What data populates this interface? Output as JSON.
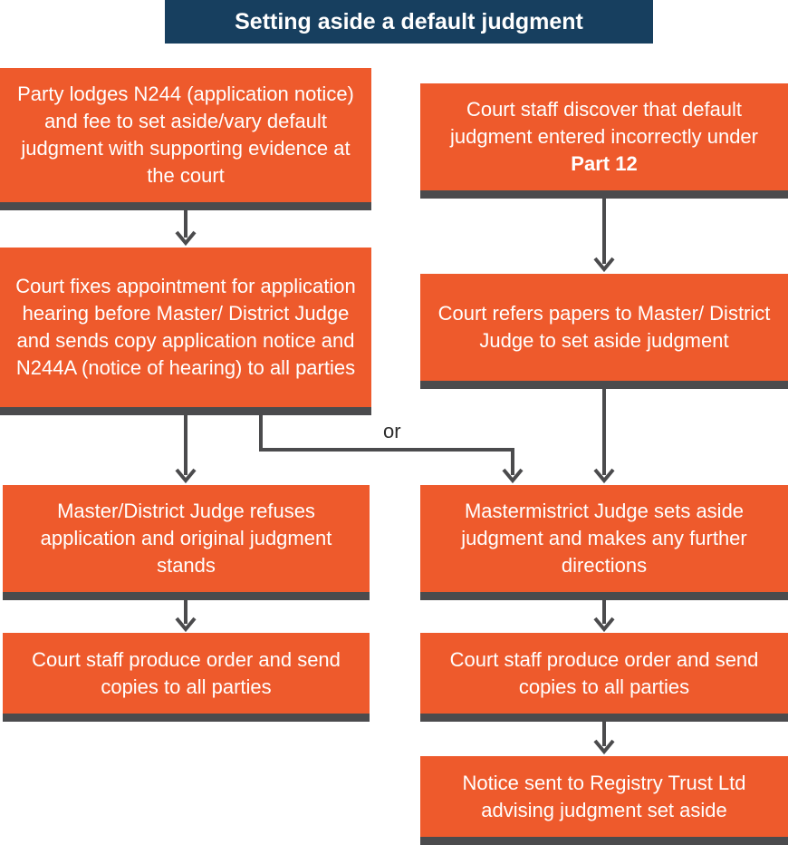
{
  "title": "Setting aside a default judgment",
  "boxes": {
    "lodge": "Party lodges N244 (application notice) and fee to set aside/vary default judgment with supporting evidence at the court",
    "fixes": "Court fixes appointment for application hearing before Master/ District Judge and sends copy application notice and N244A (notice of hearing) to all parties",
    "refuses": "Master/District Judge refuses application and original judgment stands",
    "produce_left": "Court staff produce order and send copies to all parties",
    "discover_prefix": "Court staff discover that default judgment entered incorrectly under ",
    "discover_bold": "Part 12",
    "refers": "Court refers papers to Master/ District Judge to set aside judgment",
    "sets_aside": "Mastermistrict Judge sets aside judgment and makes any further directions",
    "produce_right": "Court staff produce order and send copies to all parties",
    "notice": "Notice sent to Registry Trust Ltd advising judgment set aside"
  },
  "connector_label": "or",
  "colors": {
    "title_bg": "#173f5f",
    "box_fill": "#ee5a2c",
    "box_shadow": "#4b4b4d",
    "arrow": "#4b4b4d"
  }
}
